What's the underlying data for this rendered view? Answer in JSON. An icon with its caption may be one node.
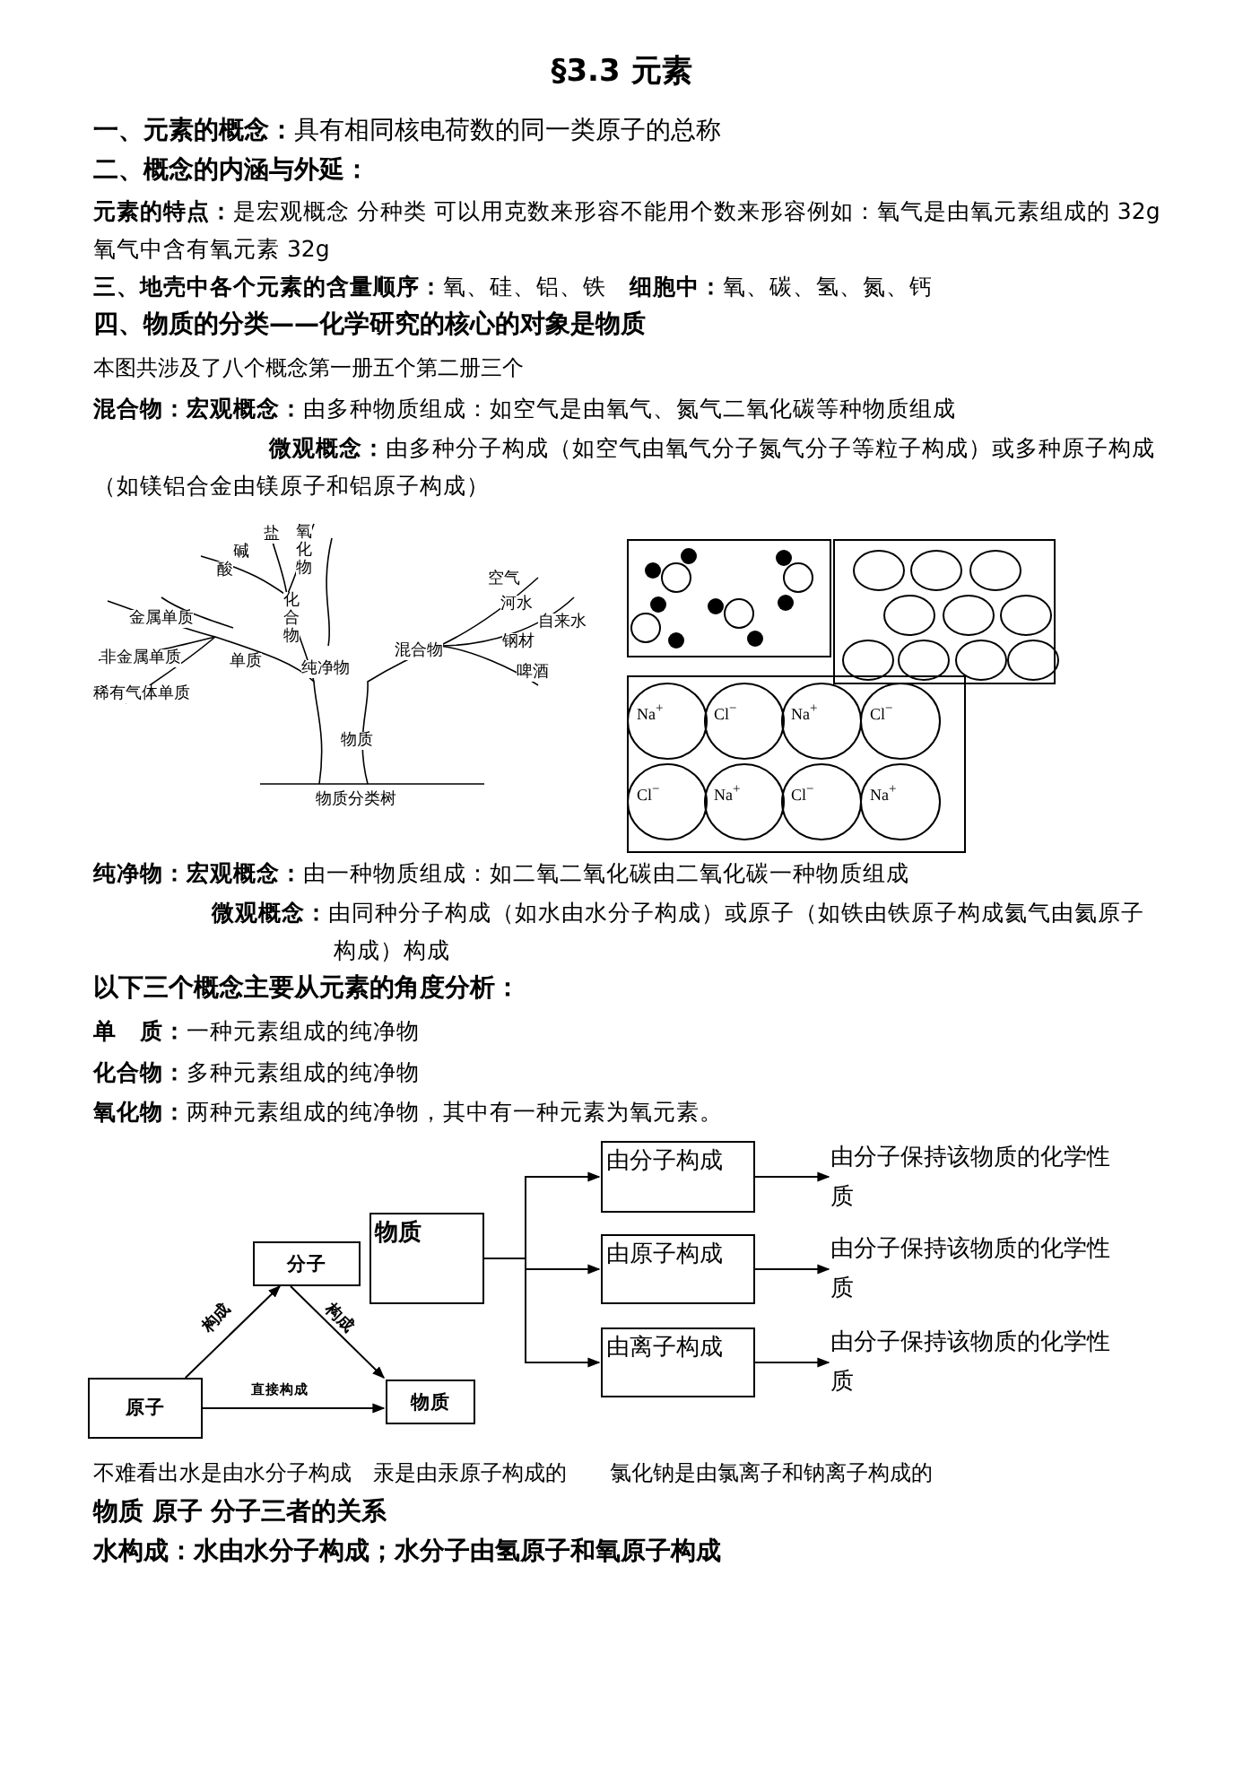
{
  "diagram": {
    "title": "§3.3 元素",
    "nodes": [
      {
        "text": [
          "物质"
        ]
      },
      {
        "text": [
          "由分子构成"
        ]
      },
      {
        "text": [
          "由原子构成"
        ]
      },
      {
        "text": [
          "由离子构成"
        ]
      },
      {
        "text": [
          "由分子保持该物质的化学性质"
        ]
      },
      {
        "text": [
          "由分子保持该物质的化学性质"
        ]
      },
      {
        "text": [
          "由分子保持该物质的化学性质"
        ]
      },
      {
        "text": [
          "分子"
        ]
      },
      {
        "text": [
          "原子"
        ]
      },
      {
        "text": [
          "物质"
        ]
      }
    ],
    "edges": [
      {
        "from": 0,
        "to": 1,
        "arrow": "to"
      },
      {
        "from": 0,
        "to": 2,
        "arrow": "to"
      },
      {
        "from": 0,
        "to": 3,
        "arrow": "to"
      },
      {
        "from": 1,
        "to": 4,
        "arrow": "to"
      },
      {
        "from": 2,
        "to": 5,
        "arrow": "to"
      },
      {
        "from": 3,
        "to": 6,
        "arrow": "to"
      },
      {
        "from": 8,
        "to": 7,
        "arrow": "to",
        "label": "构成"
      },
      {
        "from": 7,
        "to": 9,
        "arrow": "to",
        "label": "构成"
      },
      {
        "from": 8,
        "to": 9,
        "arrow": "to",
        "label": "直接构成"
      }
    ],
    "labels": [
      "**一、元素的概念：**具有相同核电荷数的同一类原子的总称",
      "二、概念的内涵与外延：",
      "**元素的特点：**是宏观概念 分种类 可以用克数来形容不能用个数来形容例如：氧气是由氧元素组成的 32g 氧气中含有氧元素 32g",
      "**三、地壳中各个元素的含量顺序：**氧、硅、铝、铁　**细胞中：**氧、碳、氢、氮、钙",
      "四、物质的分类——化学研究的核心的对象是物质",
      "本图共涉及了八个概念第一册五个第二册三个",
      "**混合物：宏观概念：**由多种物质组成：如空气是由氧气、氮气二氧化碳等种物质组成",
      "**微观概念：**由多种分子构成（如空气由氧气分子氮气分子等粒子构成）或多种原子构成（如镁铝合金由镁原子和铝原子构成）",
      "盐",
      "氧化物",
      "碱",
      "酸",
      "空气",
      "化合物",
      "河水",
      "金属单质",
      "自来水",
      "钢材",
      "非金属单质",
      "单质",
      "混合物",
      "纯净物",
      "啤酒",
      "稀有气体单质",
      "物质",
      "物质分类树",
      "Na$^{+}$",
      "Cl$^{−}$",
      "Na$^{+}$",
      "Cl$^{−}$",
      "Cl$^{−}$",
      "Na$^{+}$",
      "Cl$^{−}$",
      "Na$^{+}$",
      "**纯净物：宏观概念：**由一种物质组成：如二氧二氧化碳由二氧化碳一种物质组成",
      "**微观概念：**由同种分子构成（如水由水分子构成）或原子（如铁由铁原子构成氦气由氦原子构成）构成",
      "以下三个概念主要从元素的角度分析：",
      "**单　质：**一种元素组成的纯净物",
      "**化合物：**多种元素组成的纯净物",
      "**氧化物：**两种元素组成的纯净物，其中有一种元素为氧元素。",
      "不难看出水是由水分子构成　汞是由汞原子构成的　　氯化钠是由氯离子和钠离子构成的",
      "物质 原子 分子三者的关系",
      "水构成：水由水分子构成；水分子由氢原子和氧原子构成"
    ]
  }
}
